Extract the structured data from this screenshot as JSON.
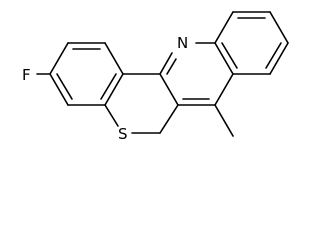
{
  "molecule": {
    "atoms": {
      "fluorine": "F",
      "sulfur": "S",
      "nitrogen": "N"
    },
    "colors": {
      "bond": "#000000",
      "background": "#ffffff",
      "text": "#000000"
    }
  }
}
